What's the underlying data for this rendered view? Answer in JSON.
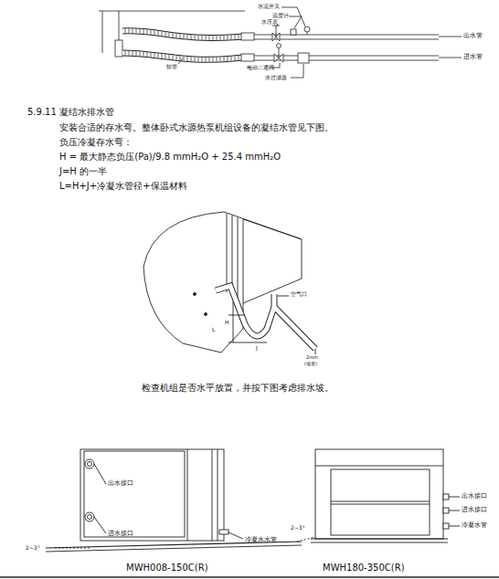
{
  "diagram": {
    "title": "5.9.11 凝结水排水管",
    "labels": [
      "水流开关",
      "温度计",
      "水压表",
      "软管",
      "电动二通阀",
      "水过滤器",
      "出水管",
      "进水管",
      "安装合适的存水弯。整体卧式水源热泵机组设备的凝结水管见下图。",
      "负压冷凝存水弯：",
      "H = 最大静态负压(Pa)/9.8 mmH₂O + 25.4 mmH₂O",
      "J=H 的一半",
      "L=H+J+冷凝水管径+保温材料",
      "空气口",
      "H",
      "J",
      "L",
      "2mm",
      "(坡度)",
      "检查机组是否水平放置，并按下图考虑排水坡。",
      "出水接口",
      "进水接口",
      "冷凝水水管",
      "2~3°",
      "MWH008-150C(R)",
      "出水接口",
      "进水接口",
      "冷凝水管",
      "2~3°",
      "MWH180-350C(R)"
    ]
  }
}
